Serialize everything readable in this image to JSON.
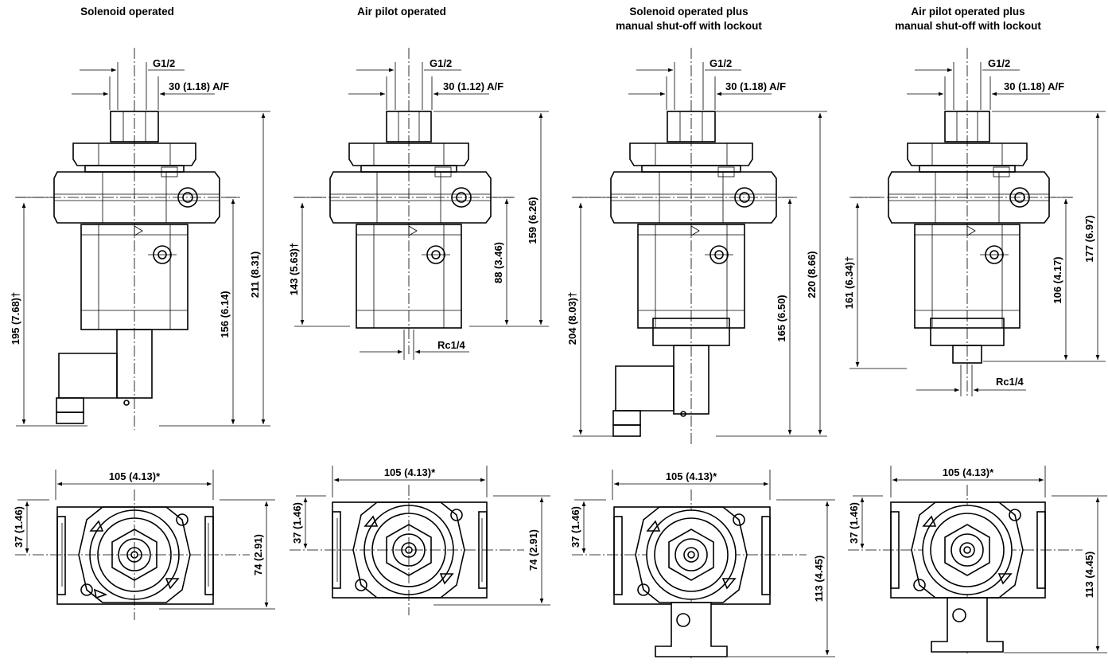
{
  "columns": [
    {
      "title_lines": [
        "Solenoid operated"
      ],
      "thread_top": "G1/2",
      "af_dim": "30 (1.18) A/F",
      "dim_left": "195 (7.68)†",
      "dim_mid": "156 (6.14)",
      "dim_right": "211 (8.31)",
      "width_dim": "105 (4.13)*",
      "dim_37": "37 (1.46)",
      "dim_depth": "74 (2.91)"
    },
    {
      "title_lines": [
        "Air pilot operated"
      ],
      "thread_top": "G1/2",
      "af_dim": "30 (1.12) A/F",
      "dim_left": "143 (5.63)†",
      "dim_mid": "88 (3.46)",
      "dim_right": "159 (6.26)",
      "port": "Rc1/4",
      "width_dim": "105 (4.13)*",
      "dim_37": "37 (1.46)",
      "dim_depth": "74 (2.91)"
    },
    {
      "title_lines": [
        "Solenoid operated plus",
        "manual shut-off with lockout"
      ],
      "thread_top": "G1/2",
      "af_dim": "30 (1.18) A/F",
      "dim_left": "204 (8.03)†",
      "dim_mid": "165 (6.50)",
      "dim_right": "220 (8.66)",
      "width_dim": "105 (4.13)*",
      "dim_37": "37 (1.46)",
      "dim_depth": "113 (4.45)"
    },
    {
      "title_lines": [
        "Air pilot operated plus",
        "manual shut-off with lockout"
      ],
      "thread_top": "G1/2",
      "af_dim": "30 (1.18) A/F",
      "dim_left": "161 (6.34)†",
      "dim_mid": "106 (4.17)",
      "dim_right": "177 (6.97)",
      "port": "Rc1/4",
      "width_dim": "105 (4.13)*",
      "dim_37": "37 (1.46)",
      "dim_depth": "113 (4.45)"
    }
  ]
}
